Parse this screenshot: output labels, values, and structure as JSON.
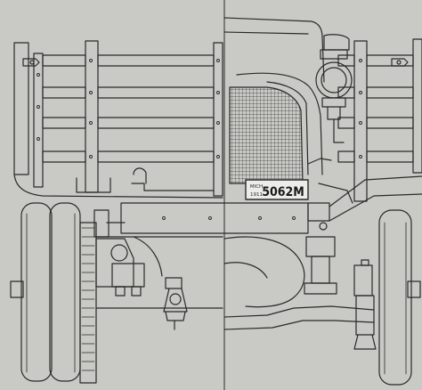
{
  "plate": {
    "state": "MICH",
    "year": "1911",
    "number": "5062M"
  },
  "colors": {
    "paper": "#c9c9c5",
    "line": "#2a2a2a",
    "plate_bg": "#ecece8"
  }
}
